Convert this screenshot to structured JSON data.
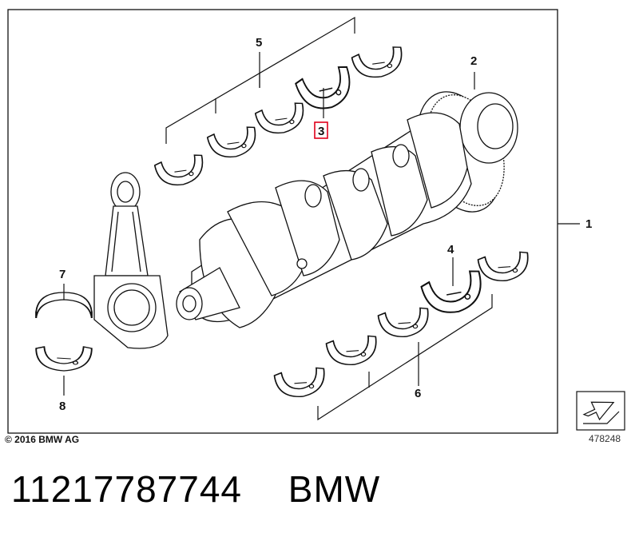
{
  "callouts": {
    "c1": "1",
    "c2": "2",
    "c3": "3",
    "c4": "4",
    "c5": "5",
    "c6": "6",
    "c7": "7",
    "c8": "8"
  },
  "copyright": "© 2016 BMW AG",
  "image_number": "478248",
  "footer": {
    "part_number": "11217787744",
    "brand": "BMW"
  },
  "colors": {
    "highlight": "#e0001a",
    "line": "#111111"
  },
  "icons": {
    "nav": "arrow-down-right-icon"
  }
}
